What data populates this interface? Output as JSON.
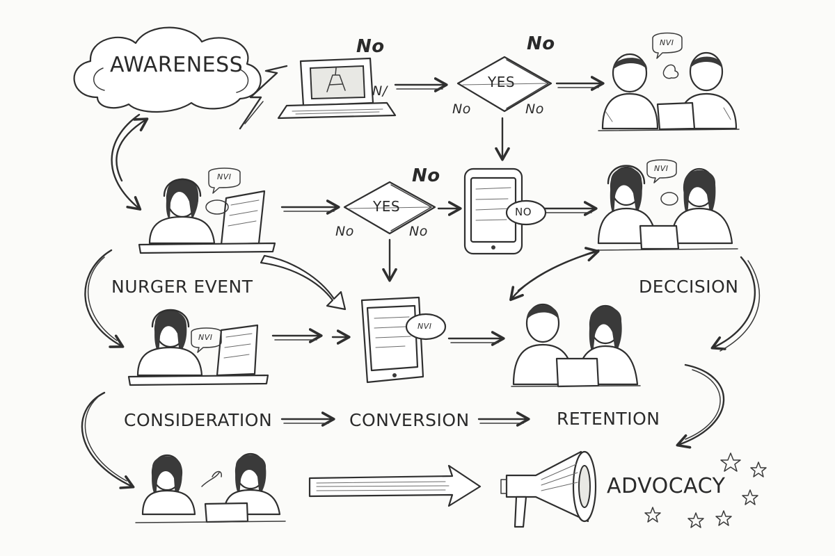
{
  "stages": {
    "awareness": "AWARENESS",
    "trigger_event": "NURGER EVENT",
    "decision": "DECCISION",
    "consideration": "CONSIDERATION",
    "conversion": "CONVERSION",
    "retention": "RETENTION",
    "advocacy": "ADVOCACY"
  },
  "nodes": {
    "decision_top_yes": "YES",
    "decision_mid_yes": "YES",
    "phone_no": "NO"
  },
  "branch_labels": {
    "top_no_1": "No",
    "top_no_2": "No",
    "top_no_3": "No",
    "top_no_4": "No",
    "laptop_no": "N/",
    "mid_no_1": "No",
    "mid_no_2": "No",
    "mid_no_3": "No"
  },
  "bubbles": {
    "b1": "NVI",
    "b2": "NVI",
    "b3": "NVI",
    "b4": "NVI",
    "b5": "NVI"
  }
}
